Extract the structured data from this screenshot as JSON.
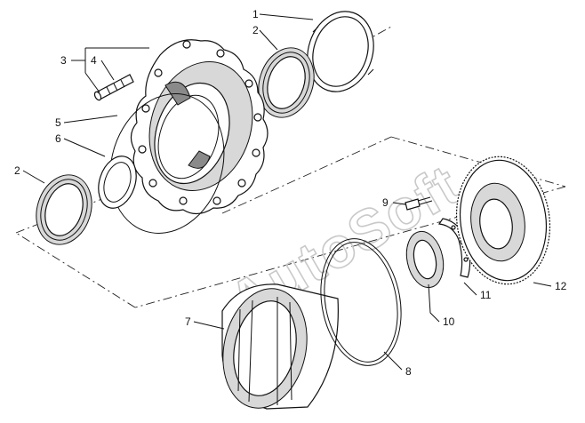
{
  "watermark": "AutoSoft",
  "callouts": [
    {
      "id": "c1",
      "text": "1"
    },
    {
      "id": "c2a",
      "text": "2"
    },
    {
      "id": "c2b",
      "text": "2"
    },
    {
      "id": "c3",
      "text": "3"
    },
    {
      "id": "c4",
      "text": "4"
    },
    {
      "id": "c5",
      "text": "5"
    },
    {
      "id": "c6",
      "text": "6"
    },
    {
      "id": "c7",
      "text": "7"
    },
    {
      "id": "c8",
      "text": "8"
    },
    {
      "id": "c9",
      "text": "9"
    },
    {
      "id": "c10",
      "text": "10"
    },
    {
      "id": "c11",
      "text": "11"
    },
    {
      "id": "c12",
      "text": "12"
    }
  ]
}
